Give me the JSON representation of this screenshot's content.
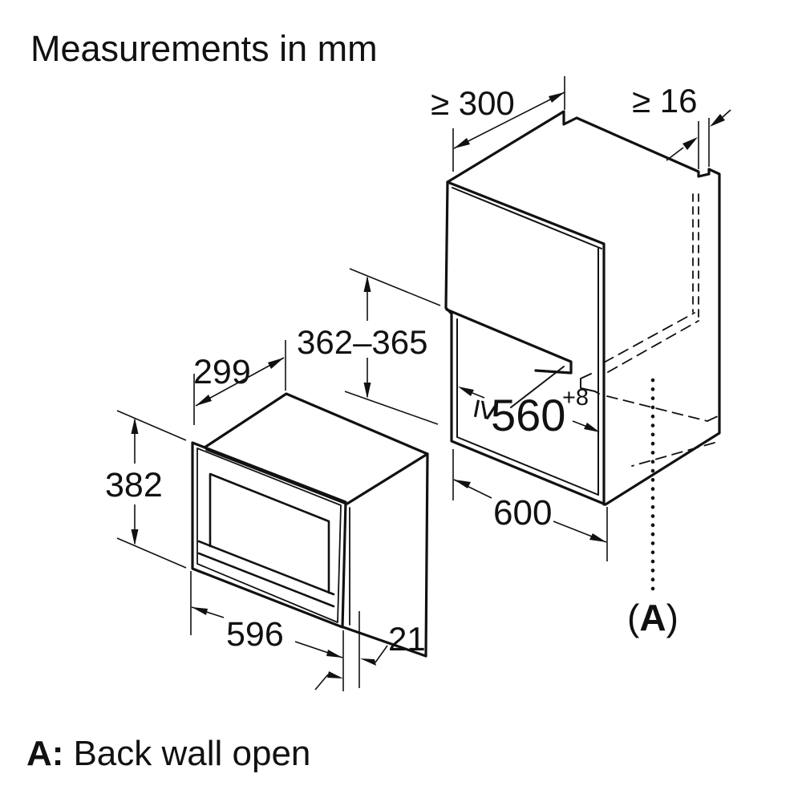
{
  "title": "Measurements in mm",
  "dimensions": {
    "clearance_top": "≥ 300",
    "gap_right": "≥ 16",
    "niche_height": "362–365",
    "niche_width_prefix": "≥",
    "niche_width": "560",
    "niche_width_tolerance": "+8",
    "cabinet_width": "600",
    "oven_depth": "299",
    "oven_height": "382",
    "oven_width": "596",
    "door_overhang": "21"
  },
  "section_label": {
    "open": "(",
    "letter": "A",
    "close": ")"
  },
  "footnote": {
    "key": "A:",
    "text": "Back wall open"
  },
  "colors": {
    "line": "#111111",
    "background": "#ffffff"
  }
}
